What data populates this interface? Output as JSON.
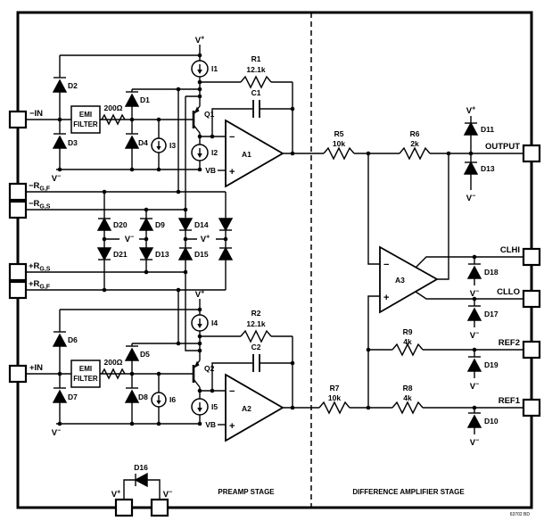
{
  "colors": {
    "ink": "#000000",
    "bg": "#ffffff",
    "code_gray": "#999999"
  },
  "sym": {
    "v": "V",
    "sup_plus": "+",
    "sup_minus": "−"
  },
  "stages": {
    "preamp": "PREAMP STAGE",
    "diff": "DIFFERENCE AMPLIFIER STAGE",
    "code": "63702 BD"
  },
  "pins": {
    "neg_in": "−IN",
    "pos_in": "+IN",
    "rgf_neg": {
      "main": "−R",
      "sub": "G,F"
    },
    "rgs_neg": {
      "main": "−R",
      "sub": "G,S"
    },
    "rgs_pos": {
      "main": "+R",
      "sub": "G,S"
    },
    "rgf_pos": {
      "main": "+R",
      "sub": "G,F"
    },
    "output": "OUTPUT",
    "clhi": "CLHI",
    "cllo": "CLLO",
    "ref2": "REF2",
    "ref1": "REF1"
  },
  "parts": {
    "emi": {
      "l1": "EMI",
      "l2": "FILTER"
    },
    "rin": "200Ω",
    "diodes": {
      "d1": "D1",
      "d2": "D2",
      "d3": "D3",
      "d4": "D4",
      "d5": "D5",
      "d6": "D6",
      "d7": "D7",
      "d8": "D8",
      "d9": "D9",
      "d10": "D10",
      "d11": "D11",
      "d13": "D13",
      "d14": "D14",
      "d15": "D15",
      "d16": "D16",
      "d17": "D17",
      "d18": "D18",
      "d19": "D19",
      "d20": "D20",
      "d21": "D21"
    },
    "sources": {
      "i1": "I1",
      "i2": "I2",
      "i3": "I3",
      "i4": "I4",
      "i5": "I5",
      "i6": "I6"
    },
    "transistors": {
      "q1": "Q1",
      "q2": "Q2"
    },
    "resistors": {
      "r1": {
        "n": "R1",
        "v": "12.1k"
      },
      "r2": {
        "n": "R2",
        "v": "12.1k"
      },
      "r5": {
        "n": "R5",
        "v": "10k"
      },
      "r6": {
        "n": "R6",
        "v": "2k"
      },
      "r7": {
        "n": "R7",
        "v": "10k"
      },
      "r8": {
        "n": "R8",
        "v": "4k"
      },
      "r9": {
        "n": "R9",
        "v": "4k"
      }
    },
    "caps": {
      "c1": "C1",
      "c2": "C2"
    },
    "amps": {
      "a1": "A1",
      "a2": "A2",
      "a3": "A3",
      "vb": "VB",
      "minus": "−",
      "plus": "+"
    }
  }
}
